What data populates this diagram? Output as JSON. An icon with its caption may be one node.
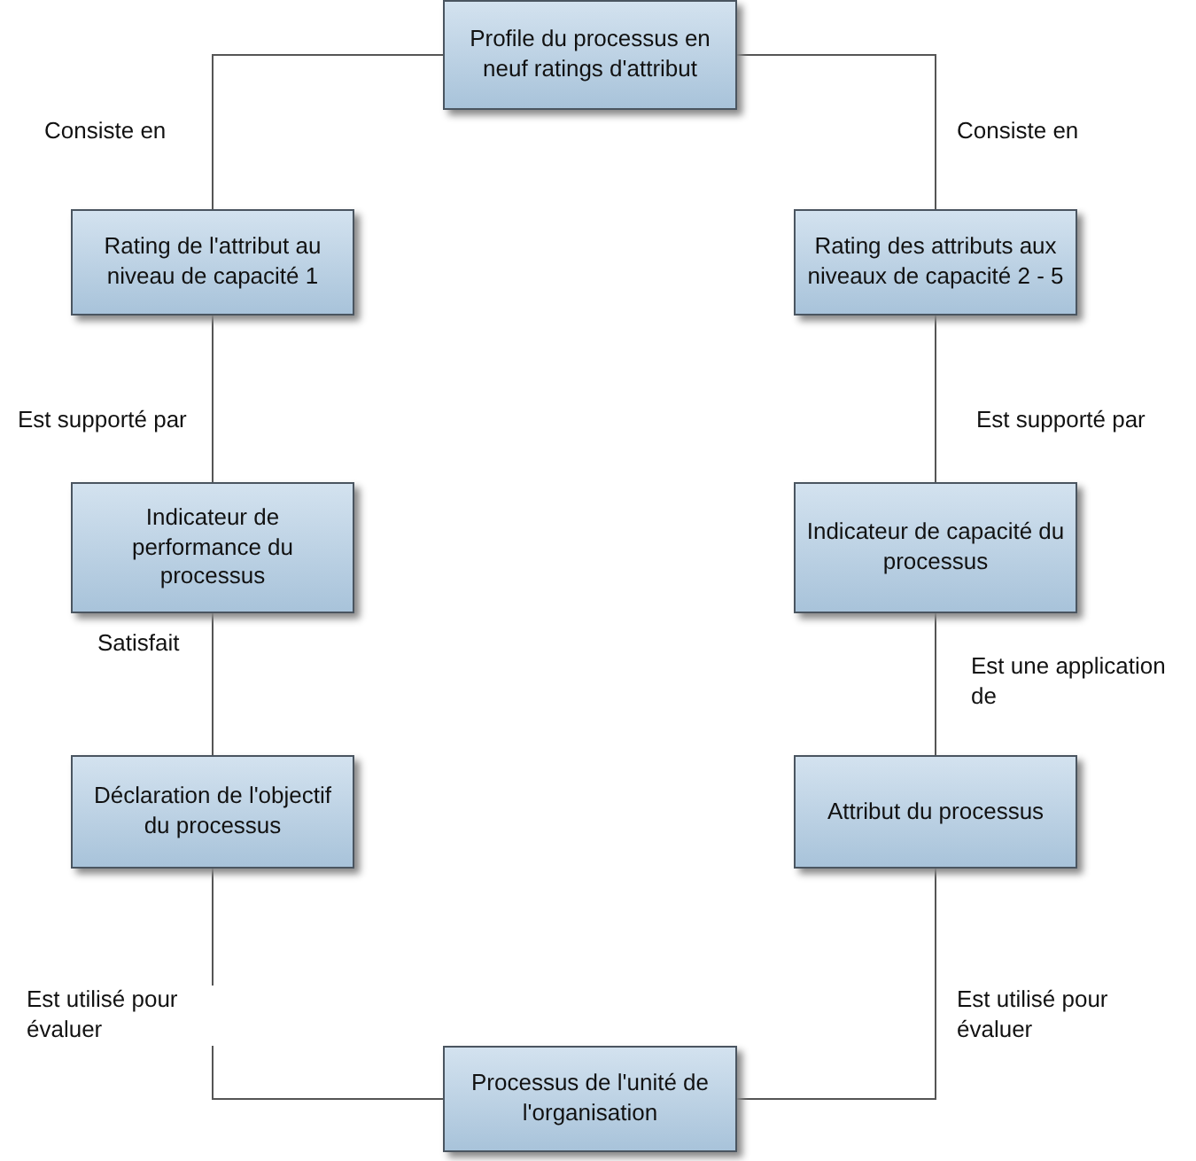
{
  "diagram": {
    "nodes": [
      {
        "text": [
          "Profile du processus en neuf ratings d'attribut"
        ]
      },
      {
        "text": [
          "Rating de l'attribut au niveau de capacité 1"
        ]
      },
      {
        "text": [
          "Rating des attributs aux niveaux de capacité 2 - 5"
        ]
      },
      {
        "text": [
          "Indicateur de performance du processus"
        ]
      },
      {
        "text": [
          "Indicateur de capacité du processus"
        ]
      },
      {
        "text": [
          "Déclaration de l'objectif du processus"
        ]
      },
      {
        "text": [
          "Attribut du processus"
        ]
      },
      {
        "text": [
          "Processus de l'unité de l'organisation"
        ]
      }
    ],
    "edges": [
      {
        "from": 0,
        "to": 1,
        "arrow": "none",
        "label": "Consiste en"
      },
      {
        "from": 0,
        "to": 2,
        "arrow": "none",
        "label": "Consiste en"
      },
      {
        "from": 1,
        "to": 3,
        "arrow": "none",
        "label": "Est supporté par"
      },
      {
        "from": 2,
        "to": 4,
        "arrow": "none",
        "label": "Est supporté par"
      },
      {
        "from": 3,
        "to": 5,
        "arrow": "none",
        "label": "Satisfait"
      },
      {
        "from": 4,
        "to": 6,
        "arrow": "none",
        "label": "Est une application de"
      },
      {
        "from": 5,
        "to": 7,
        "arrow": "none",
        "label": "Est utilisé pour évaluer"
      },
      {
        "from": 6,
        "to": 7,
        "arrow": "none",
        "label": "Est utilisé pour évaluer"
      }
    ]
  }
}
